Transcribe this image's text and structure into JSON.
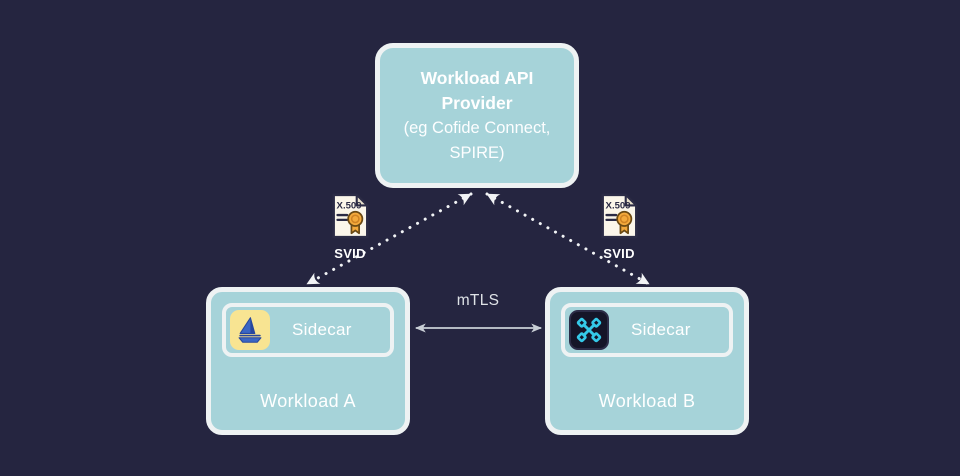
{
  "diagram": {
    "provider": {
      "line1": "Workload API",
      "line2": "Provider",
      "line3": "(eg Cofide Connect,",
      "line4": "SPIRE)"
    },
    "cert_left": {
      "label": "X.509",
      "caption": "SVID"
    },
    "cert_right": {
      "label": "X.509",
      "caption": "SVID"
    },
    "mtls": {
      "label": "mTLS"
    },
    "workload_a": {
      "sidecar": "Sidecar",
      "name": "Workload A"
    },
    "workload_b": {
      "sidecar": "Sidecar",
      "name": "Workload B"
    },
    "colors": {
      "background": "#252540",
      "box_fill": "#a6d3d9",
      "box_border": "#eef2f3",
      "dotted_line": "#f1f3f5",
      "mtls_line": "#c9cfd6",
      "accent_cyan": "#35c9e8",
      "icon_yellow": "#f8e492",
      "seal_gold": "#f3a93c"
    }
  }
}
